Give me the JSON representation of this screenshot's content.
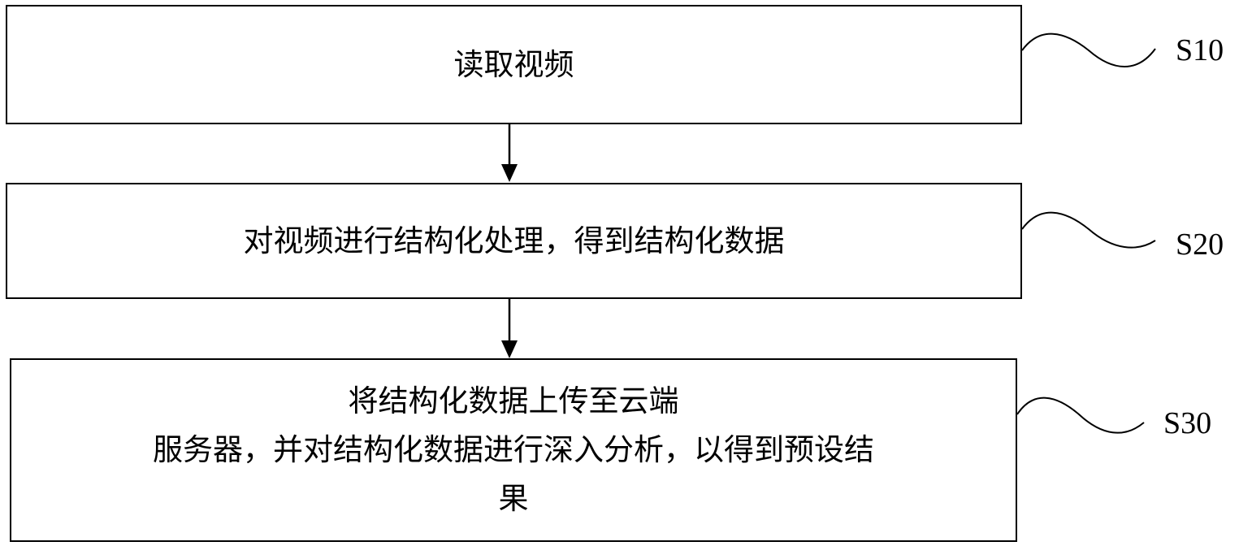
{
  "steps": [
    {
      "id": "S10",
      "text": "读取视频"
    },
    {
      "id": "S20",
      "text": "对视频进行结构化处理，得到结构化数据"
    },
    {
      "id": "S30",
      "text": "将结构化数据上传至云端\n服务器，并对结构化数据进行深入分析，以得到预设结\n果"
    }
  ]
}
